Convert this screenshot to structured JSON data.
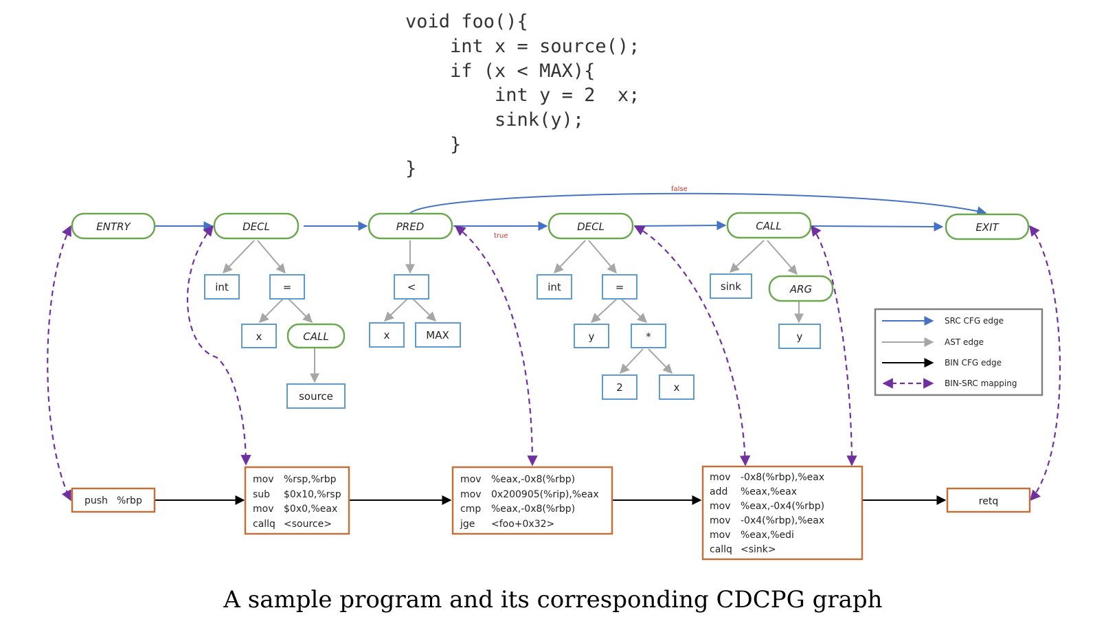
{
  "code": {
    "lines": [
      "void foo(){",
      "    int x = source();",
      "    if (x < MAX){",
      "        int y = 2  x;",
      "        sink(y);",
      "    }",
      "}"
    ]
  },
  "nodes": {
    "entry": "ENTRY",
    "decl1": "DECL",
    "pred": "PRED",
    "decl2": "DECL",
    "call1": "CALL",
    "exit": "EXIT",
    "int1": "int",
    "eq1": "=",
    "x1": "x",
    "call_src": "CALL",
    "source": "source",
    "lt": "<",
    "x2": "x",
    "max": "MAX",
    "int2": "int",
    "eq2": "=",
    "y1": "y",
    "mul": "*",
    "two": "2",
    "x3": "x",
    "sink": "sink",
    "arg": "ARG",
    "y2": "y"
  },
  "edge_labels": {
    "false": "false",
    "true": "true"
  },
  "asm_blocks": {
    "b0": [
      {
        "op": "push",
        "args": "%rbp"
      }
    ],
    "b1": [
      {
        "op": "mov",
        "args": "%rsp,%rbp"
      },
      {
        "op": "sub",
        "args": "$0x10,%rsp"
      },
      {
        "op": "mov",
        "args": "$0x0,%eax"
      },
      {
        "op": "callq",
        "args": "<source>"
      }
    ],
    "b2": [
      {
        "op": "mov",
        "args": "%eax,-0x8(%rbp)"
      },
      {
        "op": "mov",
        "args": "0x200905(%rip),%eax"
      },
      {
        "op": "cmp",
        "args": "%eax,-0x8(%rbp)"
      },
      {
        "op": "jge",
        "args": "<foo+0x32>"
      }
    ],
    "b3": [
      {
        "op": "mov",
        "args": "-0x8(%rbp),%eax"
      },
      {
        "op": "add",
        "args": "%eax,%eax"
      },
      {
        "op": "mov",
        "args": "%eax,-0x4(%rbp)"
      },
      {
        "op": "mov",
        "args": "-0x4(%rbp),%eax"
      },
      {
        "op": "mov",
        "args": "%eax,%edi"
      },
      {
        "op": "callq",
        "args": "<sink>"
      }
    ],
    "b4": [
      {
        "op": "retq",
        "args": ""
      }
    ]
  },
  "legend": {
    "src_cfg": "SRC CFG edge",
    "ast": "AST edge",
    "bin_cfg": "BIN CFG edge",
    "bin_src": "BIN-SRC mapping"
  },
  "caption": "A sample program and its corresponding CDCPG graph",
  "colors": {
    "src_node_border": "#6aa84f",
    "ast_node_border": "#5b9bd5",
    "bin_node_border": "#c0703a",
    "src_cfg_edge": "#4472c4",
    "ast_edge": "#a6a6a6",
    "bin_cfg_edge": "#000000",
    "mapping_edge": "#7030a0",
    "legend_border": "#808080",
    "label_red": "#c0392b"
  }
}
